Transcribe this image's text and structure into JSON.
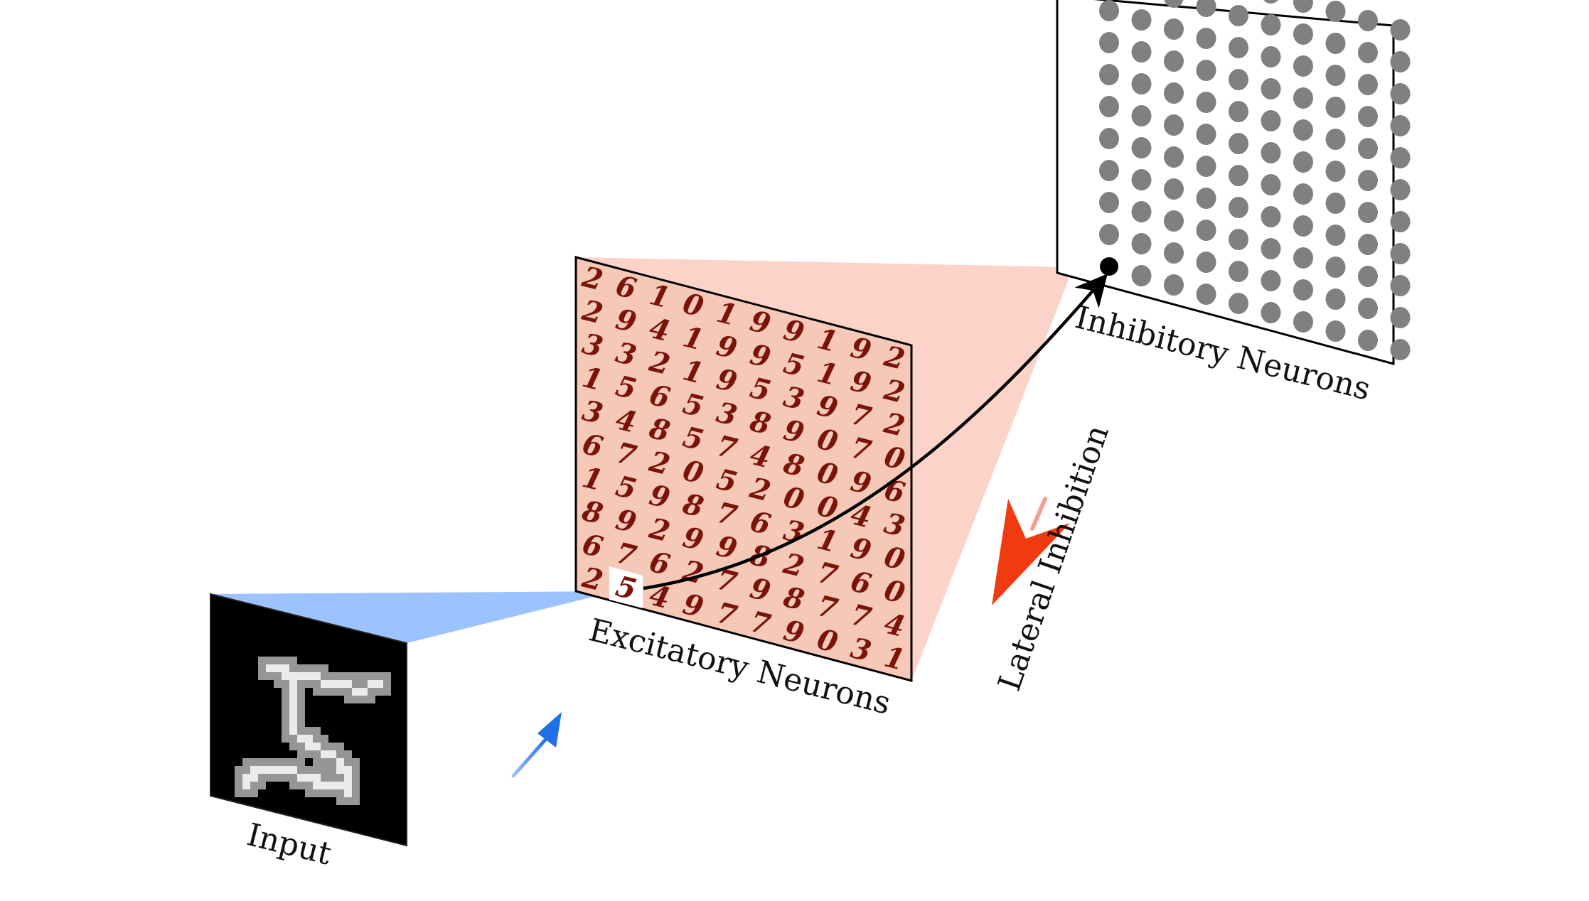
{
  "labels": {
    "input": "Input",
    "excitatory": "Excitatory Neurons",
    "inhibitory": "Inhibitory Neurons",
    "lateral": "Lateral Inhibition"
  },
  "excitatory_grid": [
    "2610199192",
    "2941995192",
    "3321953972",
    "1565389070",
    "3485748096",
    "6720520043",
    "1598763190",
    "8929982760",
    "6762798774",
    "2549779031"
  ],
  "inhibitory_grid": {
    "rows": 10,
    "cols": 10
  },
  "colors": {
    "input_projection": "#9cc3fd",
    "excitatory_projection": "#fcd3c8",
    "excitatory_fill": "#f6c8b8",
    "digit": "#7a1408",
    "inhibitory_dot": "#808080",
    "feedforward_arrow": "#1f6fe8",
    "lateral_arrow": "#f03a10"
  }
}
